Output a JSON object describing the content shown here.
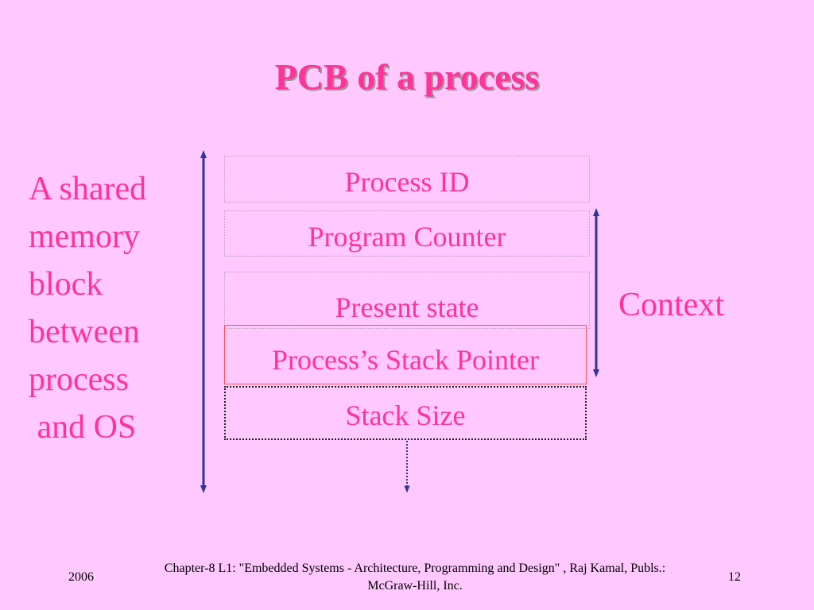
{
  "title": "PCB of a process",
  "left_label_lines": [
    "A shared",
    "memory",
    "block",
    "between",
    "process",
    " and OS"
  ],
  "blocks": {
    "process_id": "Process ID",
    "program_counter": "Program Counter",
    "present_state": "Present state",
    "stack_pointer": "Process’s Stack Pointer",
    "stack_size": "Stack Size"
  },
  "context_label": "Context",
  "footer": {
    "year": "2006",
    "citation": "Chapter-8 L1: \"Embedded Systems - Architecture, Programming and Design\" , Raj Kamal, Publs.: McGraw-Hill, Inc.",
    "page": "12"
  },
  "colors": {
    "background": "#ffc8ff",
    "text": "#ff3399",
    "arrow": "#333399"
  }
}
